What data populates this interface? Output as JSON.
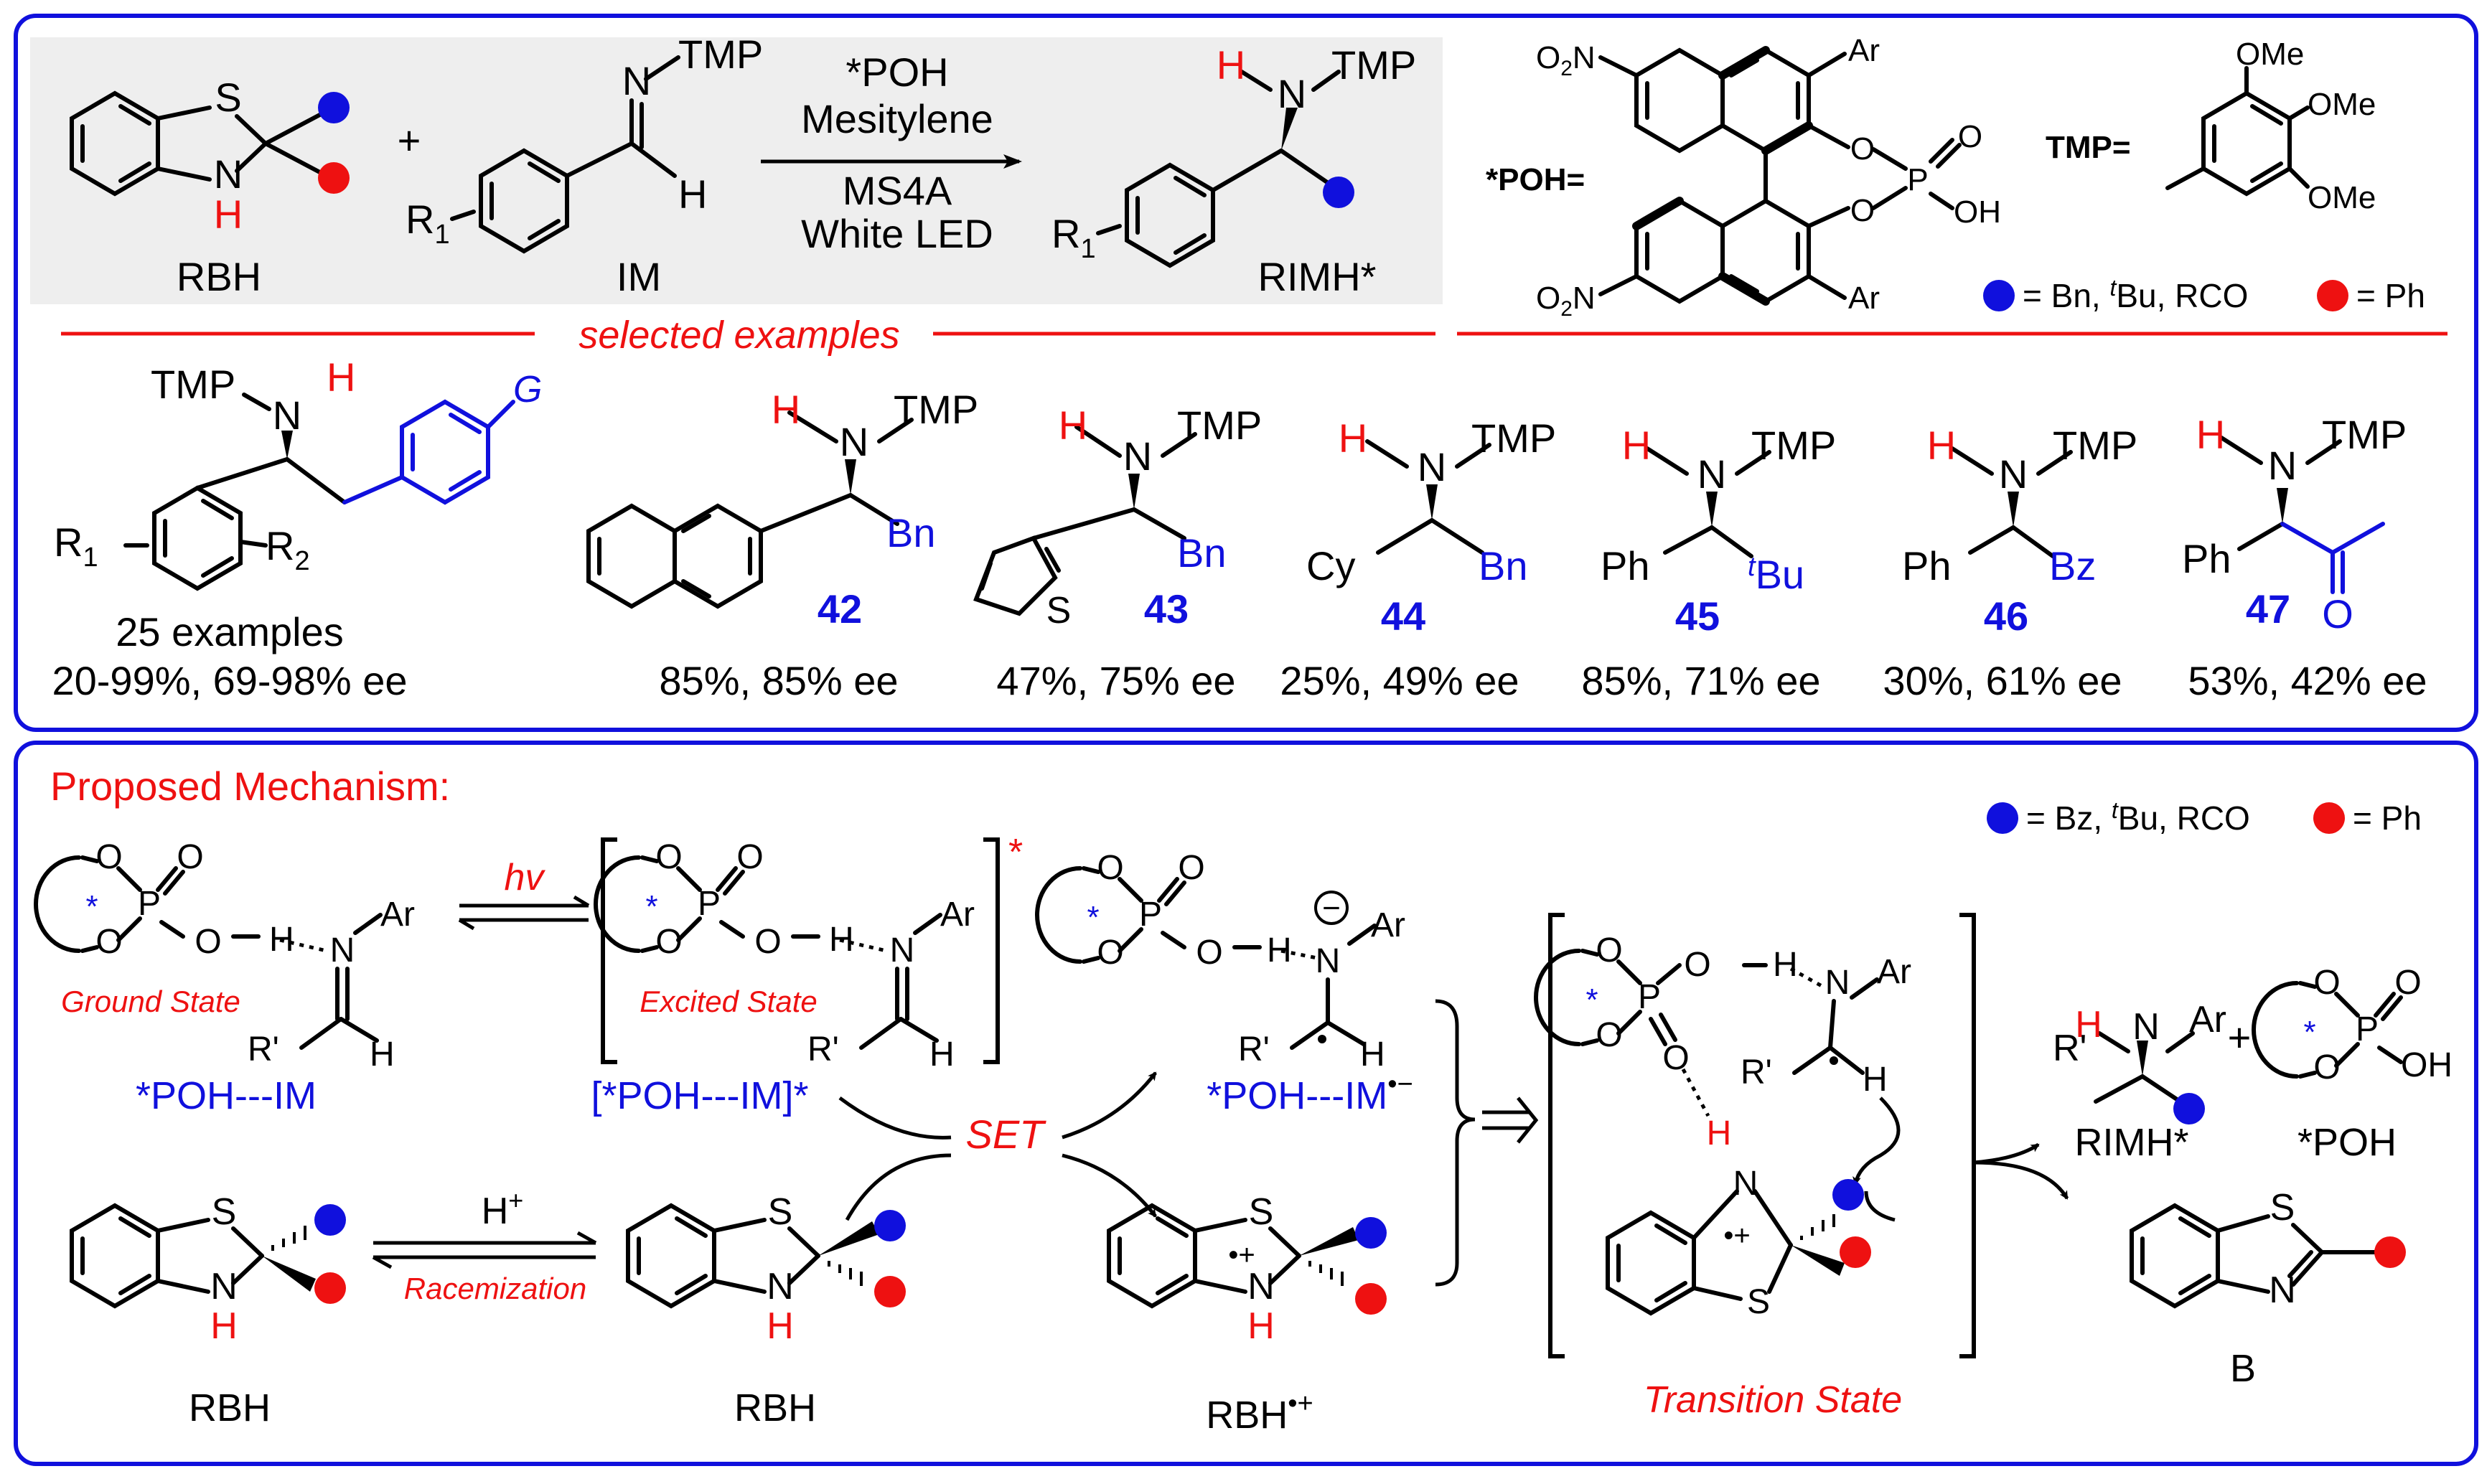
{
  "colors": {
    "blue": "#1010dd",
    "red": "#ee1111",
    "black": "#000000",
    "grey_panel": "#eeeeee"
  },
  "top": {
    "reactant1_label": "RBH",
    "plus": "+",
    "imine_n": "N",
    "imine_tmp": "TMP",
    "imine_h": "H",
    "imine_r": "R",
    "imine_r_sub": "1",
    "reactant2_label": "IM",
    "cond1": "*POH",
    "cond2": "Mesitylene",
    "cond3": "MS4A",
    "cond4": "White LED",
    "prod_h": "H",
    "prod_n": "N",
    "prod_tmp": "TMP",
    "prod_r": "R",
    "prod_r_sub": "1",
    "product_label": "RIMH*",
    "s_atom": "S",
    "n_atom": "N",
    "h_atom": "H",
    "poh_label": "*POH=",
    "poh_o2n": "O",
    "poh_o2n_sub": "2",
    "poh_n": "N",
    "poh_ar": "Ar",
    "poh_o": "O",
    "poh_p": "P",
    "poh_oh": "OH",
    "tmp_label": "TMP=",
    "ome": "OMe",
    "legend_top": "= Bn, ",
    "legend_top_t": "t",
    "legend_top_rest": "Bu, RCO",
    "legend_ph": "= Ph",
    "selected": "selected examples"
  },
  "examples": {
    "general_tmp": "TMP",
    "general_n": "N",
    "general_h": "H",
    "general_g": "G",
    "general_r1": "R",
    "general_r1_sub": "1",
    "general_r2": "R",
    "general_r2_sub": "2",
    "general_count": "25 examples",
    "general_yield": "20-99%, 69-98% ee",
    "bn": "Bn",
    "cy": "Cy",
    "ph": "Ph",
    "tbu_t": "t",
    "tbu": "Bu",
    "bz": "Bz",
    "o": "O",
    "s": "S",
    "items": [
      {
        "num": "42",
        "yield": "85%, 85% ee"
      },
      {
        "num": "43",
        "yield": "47%, 75% ee"
      },
      {
        "num": "44",
        "yield": "25%, 49% ee"
      },
      {
        "num": "45",
        "yield": "85%, 71% ee"
      },
      {
        "num": "46",
        "yield": "30%, 61% ee"
      },
      {
        "num": "47",
        "yield": "53%, 42% ee"
      }
    ]
  },
  "mechanism": {
    "title": "Proposed Mechanism:",
    "legend": "= Bz, ",
    "legend_t": "t",
    "legend_rest": "Bu, RCO",
    "legend_ph": "= Ph",
    "o": "O",
    "p": "P",
    "oh": "OH",
    "h": "H",
    "n": "N",
    "ar": "Ar",
    "rprime": "R'",
    "s": "S",
    "star": "*",
    "hv": "hv",
    "ground_state": "Ground State",
    "excited_state": "Excited State",
    "poh_im": "*POH---IM",
    "poh_im_excited": "[*POH---IM]*",
    "poh_im_radical": "*POH---IM",
    "radical_anion_sup": "•−",
    "set": "SET",
    "hplus": "H",
    "hplus_sup": "+",
    "racemization": "Racemization",
    "rbh": "RBH",
    "rbh_radical": "RBH",
    "rbh_radical_sup": "•+",
    "transition_state": "Transition State",
    "rimh": "RIMH*",
    "poh": "*POH",
    "plus": "+",
    "b_label": "B",
    "minus": "−",
    "radical_plus": "•+"
  }
}
